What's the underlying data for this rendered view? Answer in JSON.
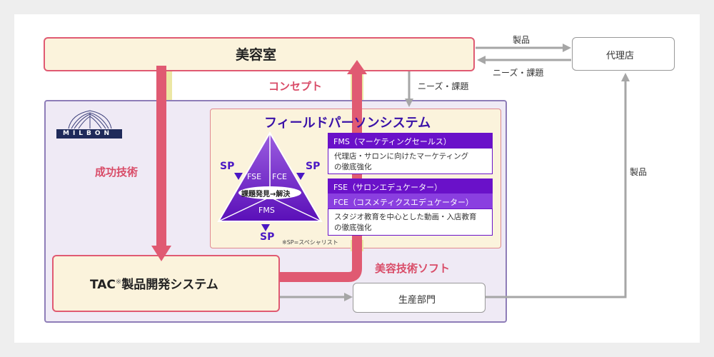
{
  "diagram": {
    "beauty_salon": "美容室",
    "agency": "代理店",
    "concept": "コンセプト",
    "success_technique": "成功技術",
    "beauty_soft": "美容技術ソフト",
    "field_system": "フィールドパーソンシステム",
    "tac_prefix": "TAC",
    "tac_mark": "※",
    "tac_suffix": "製品開発システム",
    "production": "生産部門",
    "edge_product_top": "製品",
    "edge_needs_top": "ニーズ・課題",
    "edge_needs_down": "ニーズ・課題",
    "edge_product_right": "製品",
    "logo_text": "MILBON",
    "triangle": {
      "fse": "FSE",
      "fce": "FCE",
      "center": "課題発見→解決",
      "fms": "FMS",
      "sp_left": "SP",
      "sp_right": "SP",
      "sp_bottom": "SP",
      "footnote": "※SP=スペシャリスト"
    },
    "panels": {
      "fms_head": "FMS（マーケティングセールス）",
      "fms_body_1": "代理店・サロンに向けたマーケティング",
      "fms_body_2": "の徹底強化",
      "fse_head": "FSE（サロンエデュケーター）",
      "fce_head": "FCE（コスメティクスエデュケーター）",
      "edu_body_1": "スタジオ教育を中心とした動画・入店教育",
      "edu_body_2": "の徹底強化"
    }
  },
  "colors": {
    "accent_pink": "#e05a72",
    "accent_yellow": "#ece7a4",
    "purple": "#6a11c9",
    "gray_arrow": "#a6a6a6"
  }
}
